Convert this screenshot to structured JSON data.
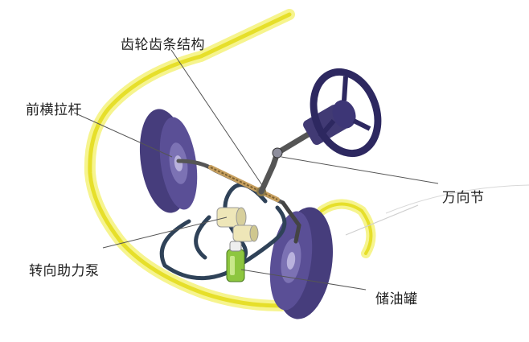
{
  "labels": {
    "rack_pinion": "齿轮齿条结构",
    "front_tie_rod": "前横拉杆",
    "universal_joint": "万向节",
    "power_steering_pump": "转向助力泵",
    "reservoir": "储油罐"
  },
  "colors": {
    "body_outline": "#f2ee4a",
    "tire": "#463d7c",
    "pipe": "#2f4258",
    "reservoir_green": "#8dc63f",
    "pump_cream": "#eee6b8",
    "leader_line": "#555555"
  },
  "icons": [
    "steering-wheel-icon",
    "tire-icon",
    "pump-icon",
    "reservoir-bottle-icon"
  ]
}
